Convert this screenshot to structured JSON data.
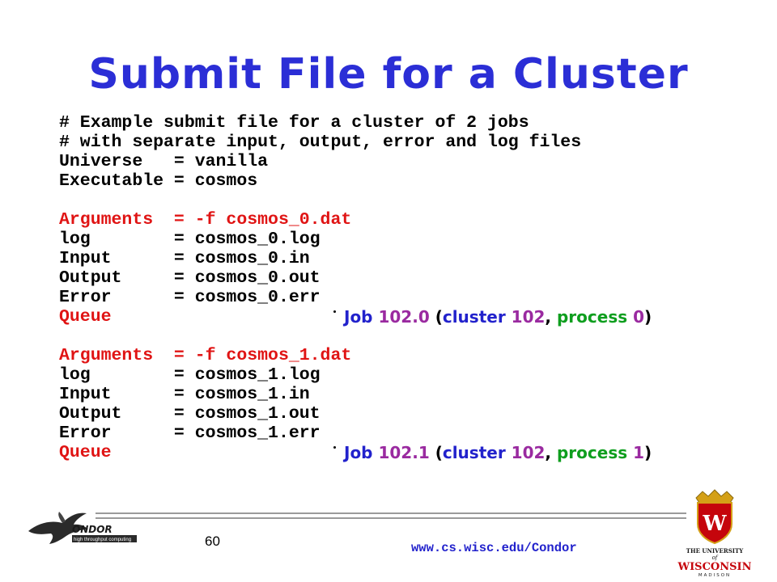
{
  "slide": {
    "title": "Submit File for a Cluster",
    "code_lines": [
      "# Example submit file for a cluster of 2 jobs",
      "# with separate input, output, error and log files",
      "Universe   = vanilla",
      "Executable = cosmos",
      "",
      "Arguments  = -f cosmos_0.dat",
      "log        = cosmos_0.log",
      "Input      = cosmos_0.in",
      "Output     = cosmos_0.out",
      "Error      = cosmos_0.err",
      "Queue",
      "",
      "Arguments  = -f cosmos_1.dat",
      "log        = cosmos_1.log",
      "Input      = cosmos_1.in",
      "Output     = cosmos_1.out",
      "Error      = cosmos_1.err",
      "Queue"
    ],
    "annotations": [
      {
        "job": "Job",
        "id": "102.0",
        "cluster_word": "cluster",
        "cluster_id": "102",
        "process_word": "process",
        "process_id": "0"
      },
      {
        "job": "Job",
        "id": "102.1",
        "cluster_word": "cluster",
        "cluster_id": "102",
        "process_word": "process",
        "process_id": "1"
      }
    ],
    "page_number": "60",
    "url": "www.cs.wisc.edu/Condor",
    "condor_logo": {
      "name": "ONDOR",
      "tagline": "high throughput computing",
      "icon": "condor-bird-icon"
    },
    "uw_logo": {
      "line1": "THE UNIVERSITY",
      "line2": "of",
      "line3": "WISCONSIN",
      "line4": "MADISON",
      "icon": "uw-crest-icon"
    },
    "colors": {
      "title": "#2b2ed6",
      "highlight": "#e01414",
      "job": "#2222cc",
      "number": "#9a2aa0",
      "process": "#0e9e1e",
      "uw_red": "#c5050c"
    }
  }
}
